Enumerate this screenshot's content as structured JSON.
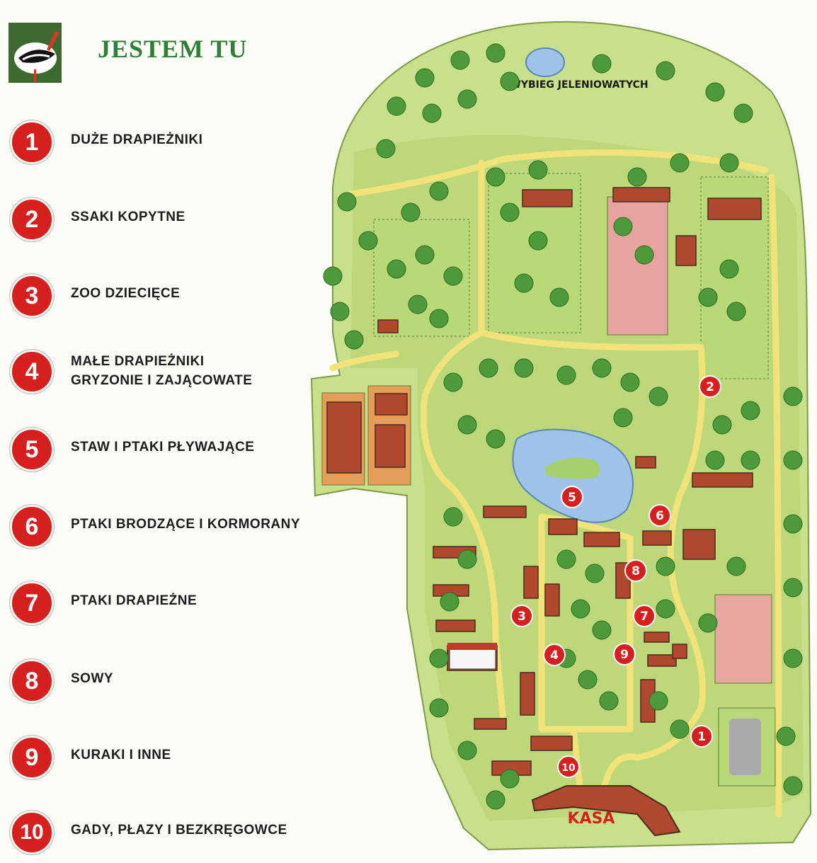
{
  "header": {
    "title": "JESTEM TU",
    "logo_icon": "stork-icon"
  },
  "legend": [
    {
      "num": "1",
      "label": "DUŻE DRAPIEŻNIKI"
    },
    {
      "num": "2",
      "label": "SSAKI KOPYTNE"
    },
    {
      "num": "3",
      "label": "ZOO DZIECIĘCE"
    },
    {
      "num": "4",
      "label": "MAŁE DRAPIEŻNIKI\nGRYZONIE I ZAJĄCOWATE"
    },
    {
      "num": "5",
      "label": "STAW I PTAKI PŁYWAJĄCE"
    },
    {
      "num": "6",
      "label": "PTAKI BRODZĄCE I KORMORANY"
    },
    {
      "num": "7",
      "label": "PTAKI DRAPIEŻNE"
    },
    {
      "num": "8",
      "label": "SOWY"
    },
    {
      "num": "9",
      "label": "KURAKI I INNE"
    },
    {
      "num": "10",
      "label": "GADY, PŁAZY I BEZKRĘGOWCE"
    }
  ],
  "map": {
    "enclosure_label": "WYBIEG JELENIOWATYCH",
    "entrance_label": "KASA",
    "markers": [
      "1",
      "2",
      "3",
      "4",
      "5",
      "6",
      "7",
      "8",
      "9",
      "10"
    ]
  },
  "colors": {
    "marker_red": "#d61f1f",
    "grass": "#c9e08a",
    "path": "#f2e27a",
    "water": "#9fc3e8",
    "title_green": "#2f7f3a",
    "kasa_red": "#d61f1f"
  }
}
